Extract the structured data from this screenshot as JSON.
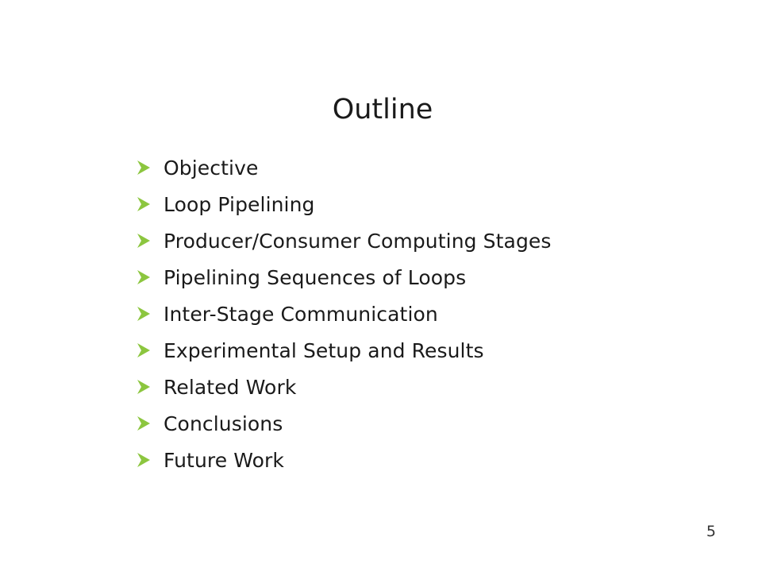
{
  "slide": {
    "title": "Outline",
    "accent_color": "#8cc63f",
    "bullet_icon": "arrowhead-bullet-icon",
    "items": [
      "Objective",
      "Loop Pipelining",
      "Producer/Consumer Computing Stages",
      "Pipelining Sequences of Loops",
      "Inter-Stage Communication",
      "Experimental Setup and Results",
      "Related Work",
      "Conclusions",
      "Future Work"
    ],
    "page_number": "5"
  }
}
